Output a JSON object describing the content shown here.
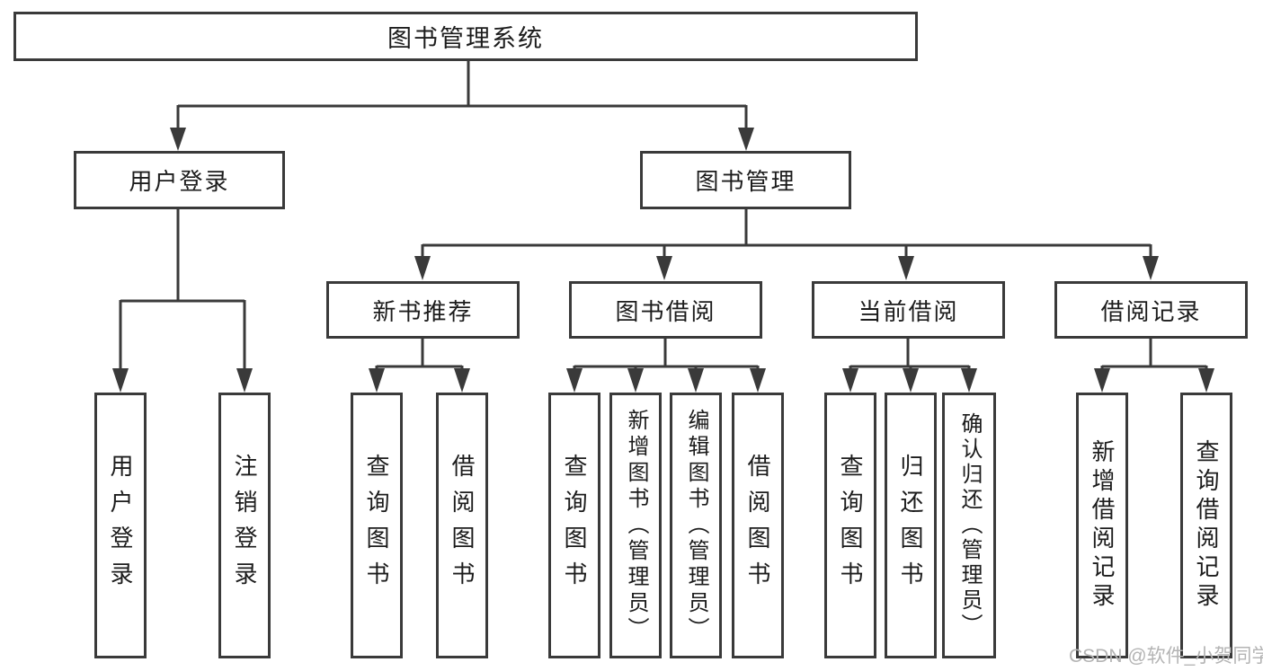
{
  "diagram": {
    "root": {
      "label": "图书管理系统"
    },
    "level2": [
      {
        "label": "用户登录"
      },
      {
        "label": "图书管理"
      }
    ],
    "level3": [
      {
        "label": "新书推荐"
      },
      {
        "label": "图书借阅"
      },
      {
        "label": "当前借阅"
      },
      {
        "label": "借阅记录"
      }
    ],
    "leaf_groups": [
      {
        "parent": "用户登录",
        "items": [
          "用户登录",
          "注销登录"
        ]
      },
      {
        "parent": "新书推荐",
        "items": [
          "查询图书",
          "借阅图书"
        ]
      },
      {
        "parent": "图书借阅",
        "items": [
          "查询图书",
          "新增图书（管理员）",
          "编辑图书（管理员）",
          "借阅图书"
        ]
      },
      {
        "parent": "当前借阅",
        "items": [
          "查询图书",
          "归还图书",
          "确认归还（管理员）"
        ]
      },
      {
        "parent": "借阅记录",
        "items": [
          "新增借阅记录",
          "查询借阅记录"
        ]
      }
    ]
  },
  "watermark": {
    "text": "CSDN @软件_小贺同学",
    "color": "#b4b4b4"
  },
  "colors": {
    "line": "#3a3a3a",
    "box_border": "#3a3a3a",
    "text": "#1c1c1c",
    "background": "#ffffff"
  }
}
